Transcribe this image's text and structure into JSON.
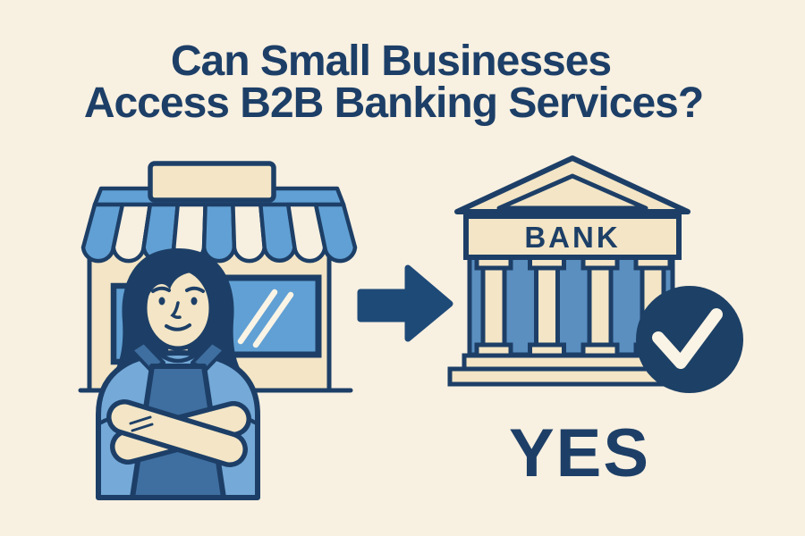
{
  "title": {
    "line1": "Can Small Businesses",
    "line2": "Access B2B Banking Services?"
  },
  "scene": {
    "bank_sign_label": "BANK",
    "answer_label": "YES",
    "icons": [
      {
        "name": "storefront-icon",
        "meaning": "small business shop with striped awning"
      },
      {
        "name": "shopkeeper-woman",
        "meaning": "woman shopkeeper with crossed arms wearing apron"
      },
      {
        "name": "arrow-right-icon",
        "meaning": "solid arrow pointing from shop to bank"
      },
      {
        "name": "bank-icon",
        "meaning": "classical bank building with columns"
      },
      {
        "name": "checkmark-icon",
        "meaning": "approval check mark in filled circle"
      }
    ]
  },
  "colors": {
    "background": "#f8f0e1",
    "navy_outline_text": "#1d3f67",
    "arrow_navy": "#1e4a78",
    "circle_navy": "#1d4066",
    "awning_window_blue": "#61a0d4",
    "bank_wall_blue": "#5a8fc0",
    "shirt_blue": "#74a9d8",
    "apron_blue": "#3f6fa0",
    "cream_panel": "#f3e5c5",
    "cream_light": "#faf4e6"
  }
}
